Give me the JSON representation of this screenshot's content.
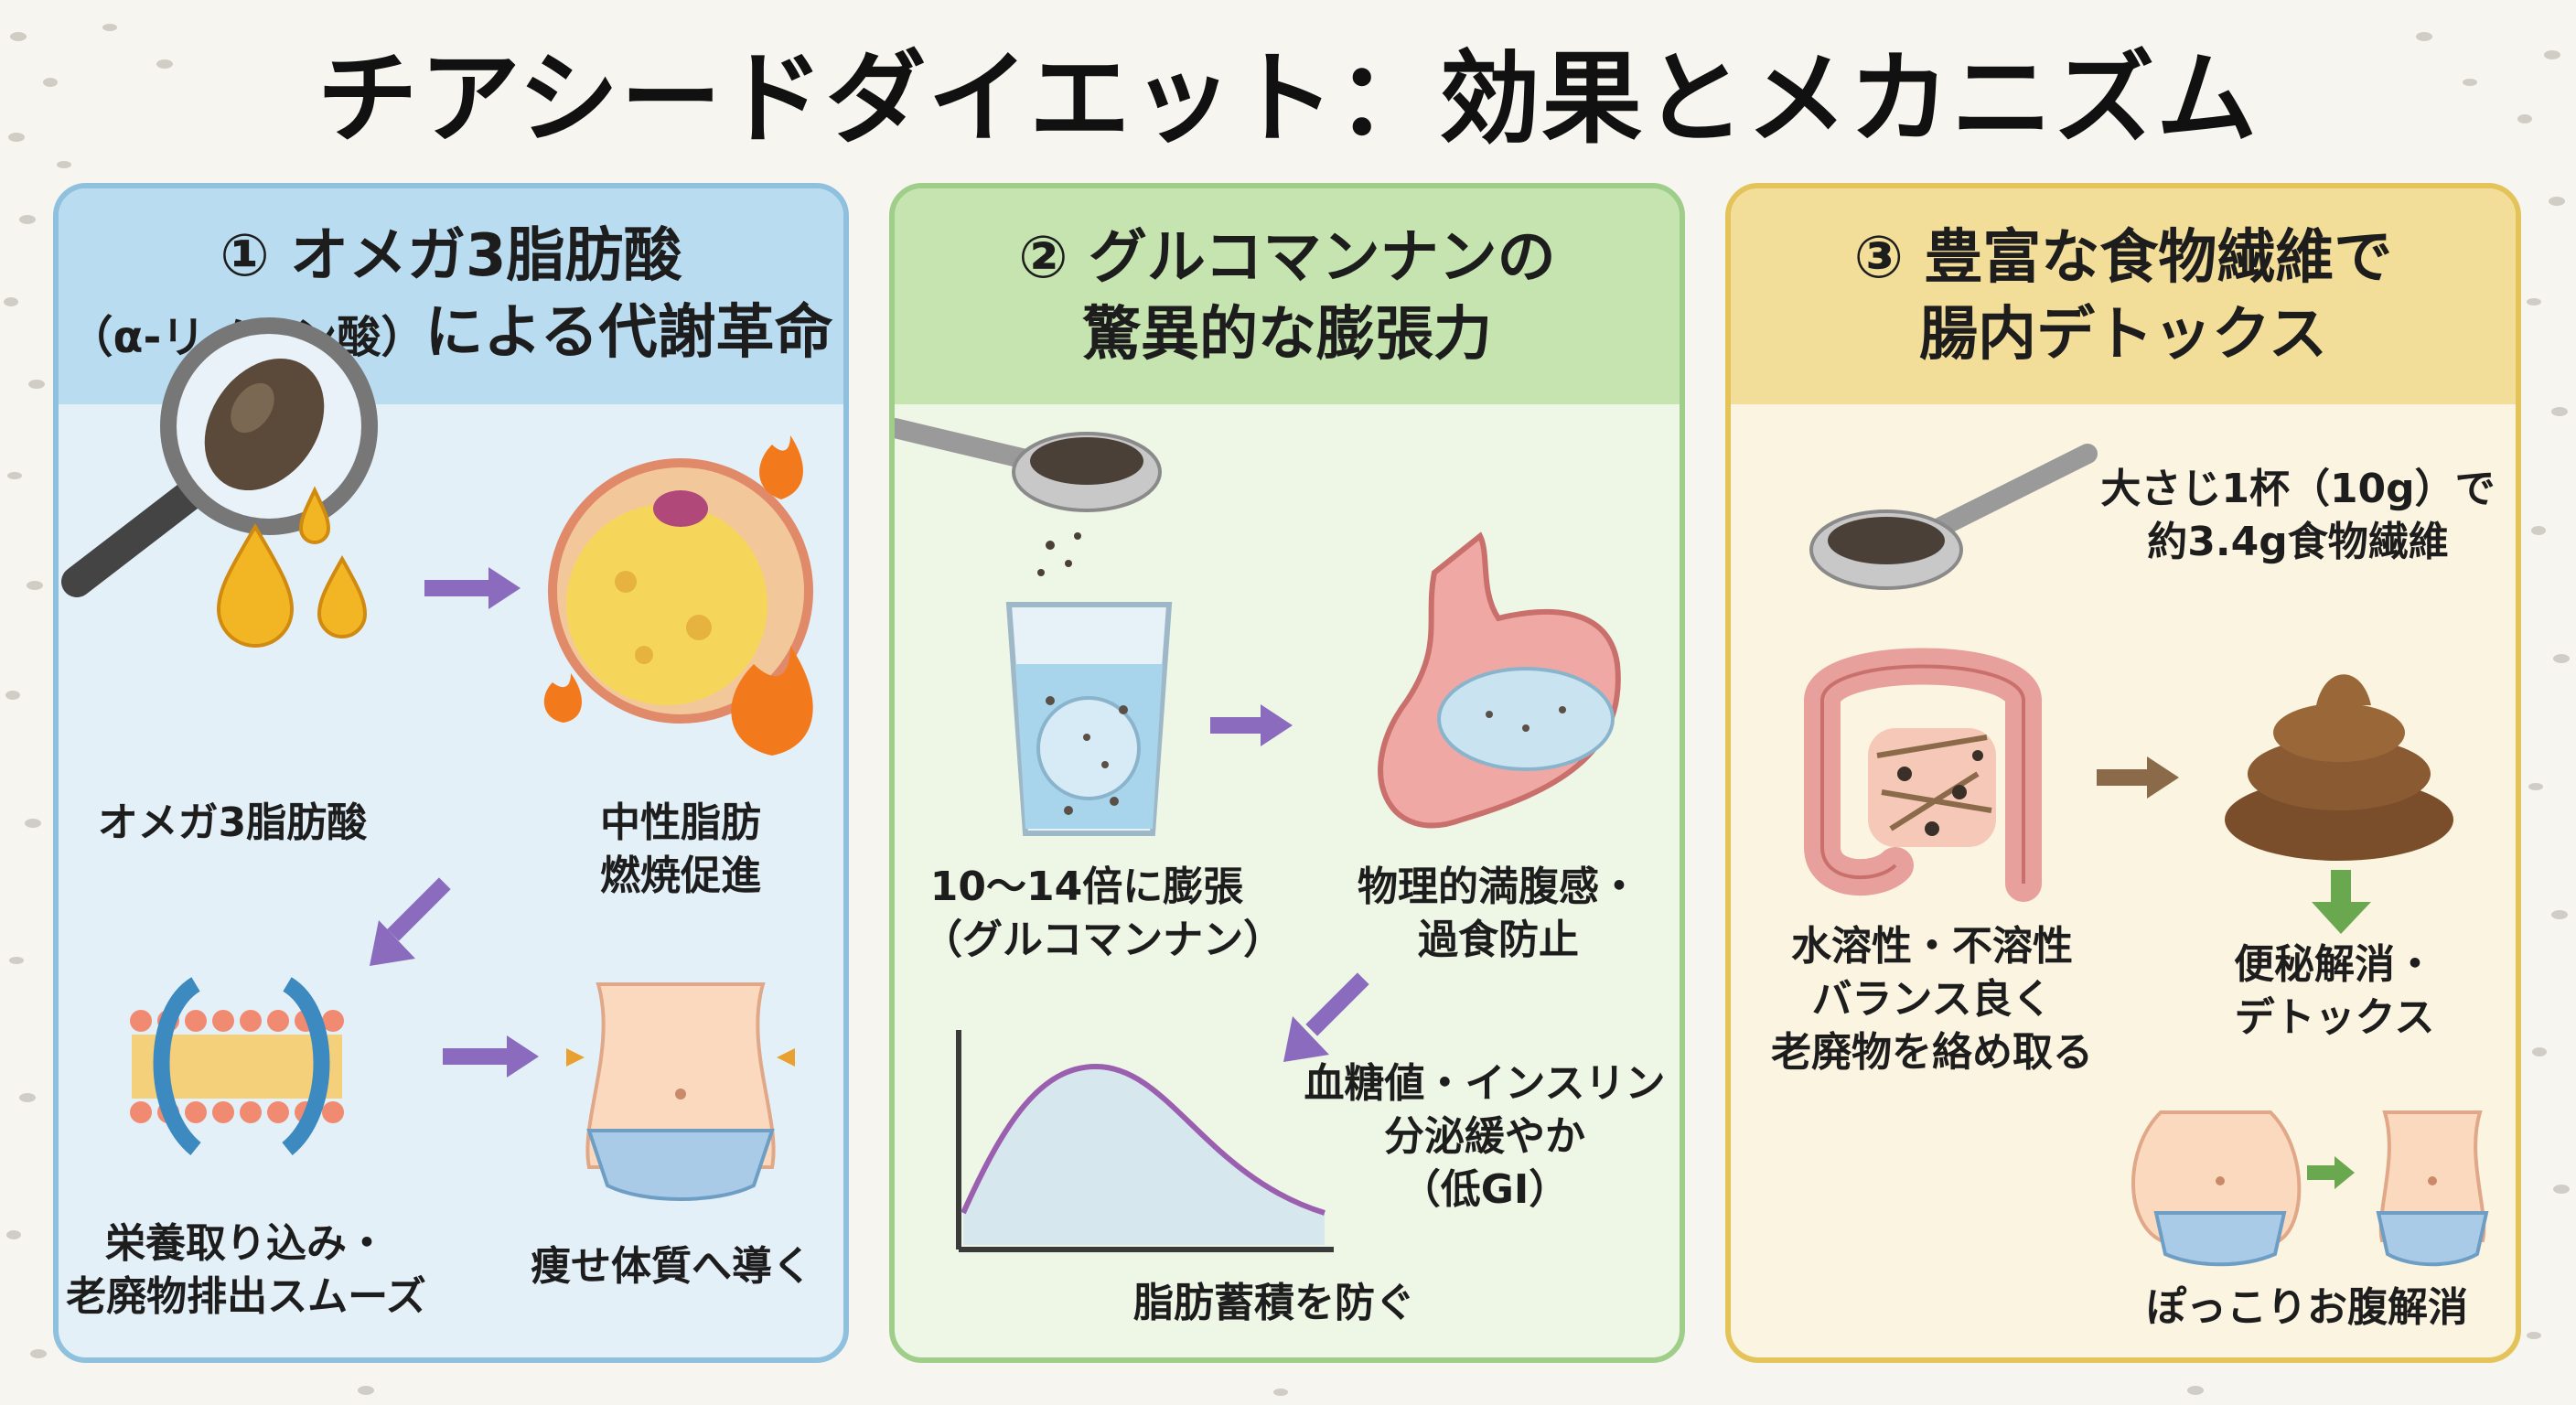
{
  "title": "チアシードダイエット：効果とメカニズム",
  "colors": {
    "panel1_bg": "#e4f0f8",
    "panel1_header": "#b9dcf0",
    "panel1_border": "#8fc0dd",
    "panel2_bg": "#eef6e6",
    "panel2_header": "#c5e4b0",
    "panel2_border": "#9fce8a",
    "panel3_bg": "#fbf4e0",
    "panel3_header": "#f3de99",
    "panel3_border": "#e4c45a",
    "arrow_purple": "#8a6bbd",
    "arrow_brown": "#8b6a4a",
    "arrow_green": "#6aa84f"
  },
  "panels": [
    {
      "header_line1": "① オメガ3脂肪酸",
      "header_line2_paren": "（α-リノレン酸）",
      "header_line2_rest": "による代謝革命",
      "captions": {
        "omega": "オメガ3脂肪酸",
        "fat_1": "中性脂肪",
        "fat_2": "燃焼促進",
        "membrane_1": "栄養取り込み・",
        "membrane_2": "老廃物排出スムーズ",
        "slim": "痩せ体質へ導く"
      },
      "icons": [
        "magnifier-seed-icon",
        "oil-drop-icon",
        "fat-cell-icon",
        "flame-icon",
        "cell-membrane-icon",
        "waist-icon"
      ]
    },
    {
      "header_line1": "② グルコマンナンの",
      "header_line2": "驚異的な膨張力",
      "captions": {
        "swell_1": "10～14倍に膨張",
        "swell_2": "（グルコマンナン）",
        "stomach_1": "物理的満腹感・",
        "stomach_2": "過食防止",
        "glucose_1": "血糖値・インスリン",
        "glucose_2": "分泌緩やか",
        "glucose_3": "（低GI）",
        "fat": "脂肪蓄積を防ぐ"
      },
      "icons": [
        "spoon-icon",
        "water-glass-icon",
        "stomach-icon",
        "blood-sugar-curve-icon"
      ]
    },
    {
      "header_line1": "③ 豊富な食物繊維で",
      "header_line2": "腸内デトックス",
      "captions": {
        "spoon_1": "大さじ1杯（10g）で",
        "spoon_2": "約3.4g食物繊維",
        "fiber_1": "水溶性・不溶性",
        "fiber_2": "バランス良く",
        "fiber_3": "老廃物を絡め取る",
        "detox_1": "便秘解消・",
        "detox_2": "デトックス",
        "belly": "ぽっこりお腹解消"
      },
      "icons": [
        "spoon-icon",
        "intestine-icon",
        "stool-icon",
        "belly-before-icon",
        "belly-after-icon"
      ]
    }
  ]
}
